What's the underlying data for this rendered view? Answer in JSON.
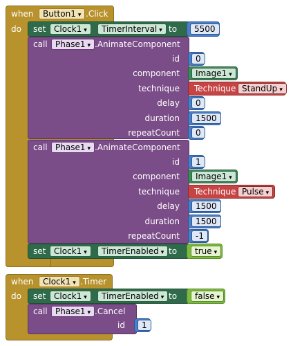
{
  "block1": {
    "when": "when",
    "component": "Button1",
    "event": ".Click",
    "do": "do",
    "set1": {
      "set": "set",
      "component": "Clock1",
      "property": "TimerInterval",
      "to": "to",
      "value": "5500"
    },
    "call1": {
      "call": "call",
      "component": "Phase1",
      "method": ".AnimateComponent",
      "params": [
        {
          "label": "id",
          "value": "0"
        },
        {
          "label": "component",
          "value": "Image1"
        },
        {
          "label": "technique",
          "value_prefix": "Technique",
          "value": "StandUp"
        },
        {
          "label": "delay",
          "value": "0"
        },
        {
          "label": "duration",
          "value": "1500"
        },
        {
          "label": "repeatCount",
          "value": "0"
        }
      ]
    },
    "call2": {
      "call": "call",
      "component": "Phase1",
      "method": ".AnimateComponent",
      "params": [
        {
          "label": "id",
          "value": "1"
        },
        {
          "label": "component",
          "value": "Image1"
        },
        {
          "label": "technique",
          "value_prefix": "Technique",
          "value": "Pulse"
        },
        {
          "label": "delay",
          "value": "1500"
        },
        {
          "label": "duration",
          "value": "1500"
        },
        {
          "label": "repeatCount",
          "value": "-1"
        }
      ]
    },
    "set2": {
      "set": "set",
      "component": "Clock1",
      "property": "TimerEnabled",
      "to": "to",
      "value": "true"
    }
  },
  "block2": {
    "when": "when",
    "component": "Clock1",
    "event": ".Timer",
    "do": "do",
    "set1": {
      "set": "set",
      "component": "Clock1",
      "property": "TimerEnabled",
      "to": "to",
      "value": "false"
    },
    "call1": {
      "call": "call",
      "component": "Phase1",
      "method": ".Cancel",
      "param_label": "id",
      "param_value": "1"
    }
  },
  "colors": {
    "event": "#b8922d",
    "setter": "#2f6b4a",
    "call": "#7a4c88",
    "number": "#4d7fc4",
    "component": "#3f8a5b",
    "technique": "#c64444",
    "boolean": "#7dbb3c"
  }
}
